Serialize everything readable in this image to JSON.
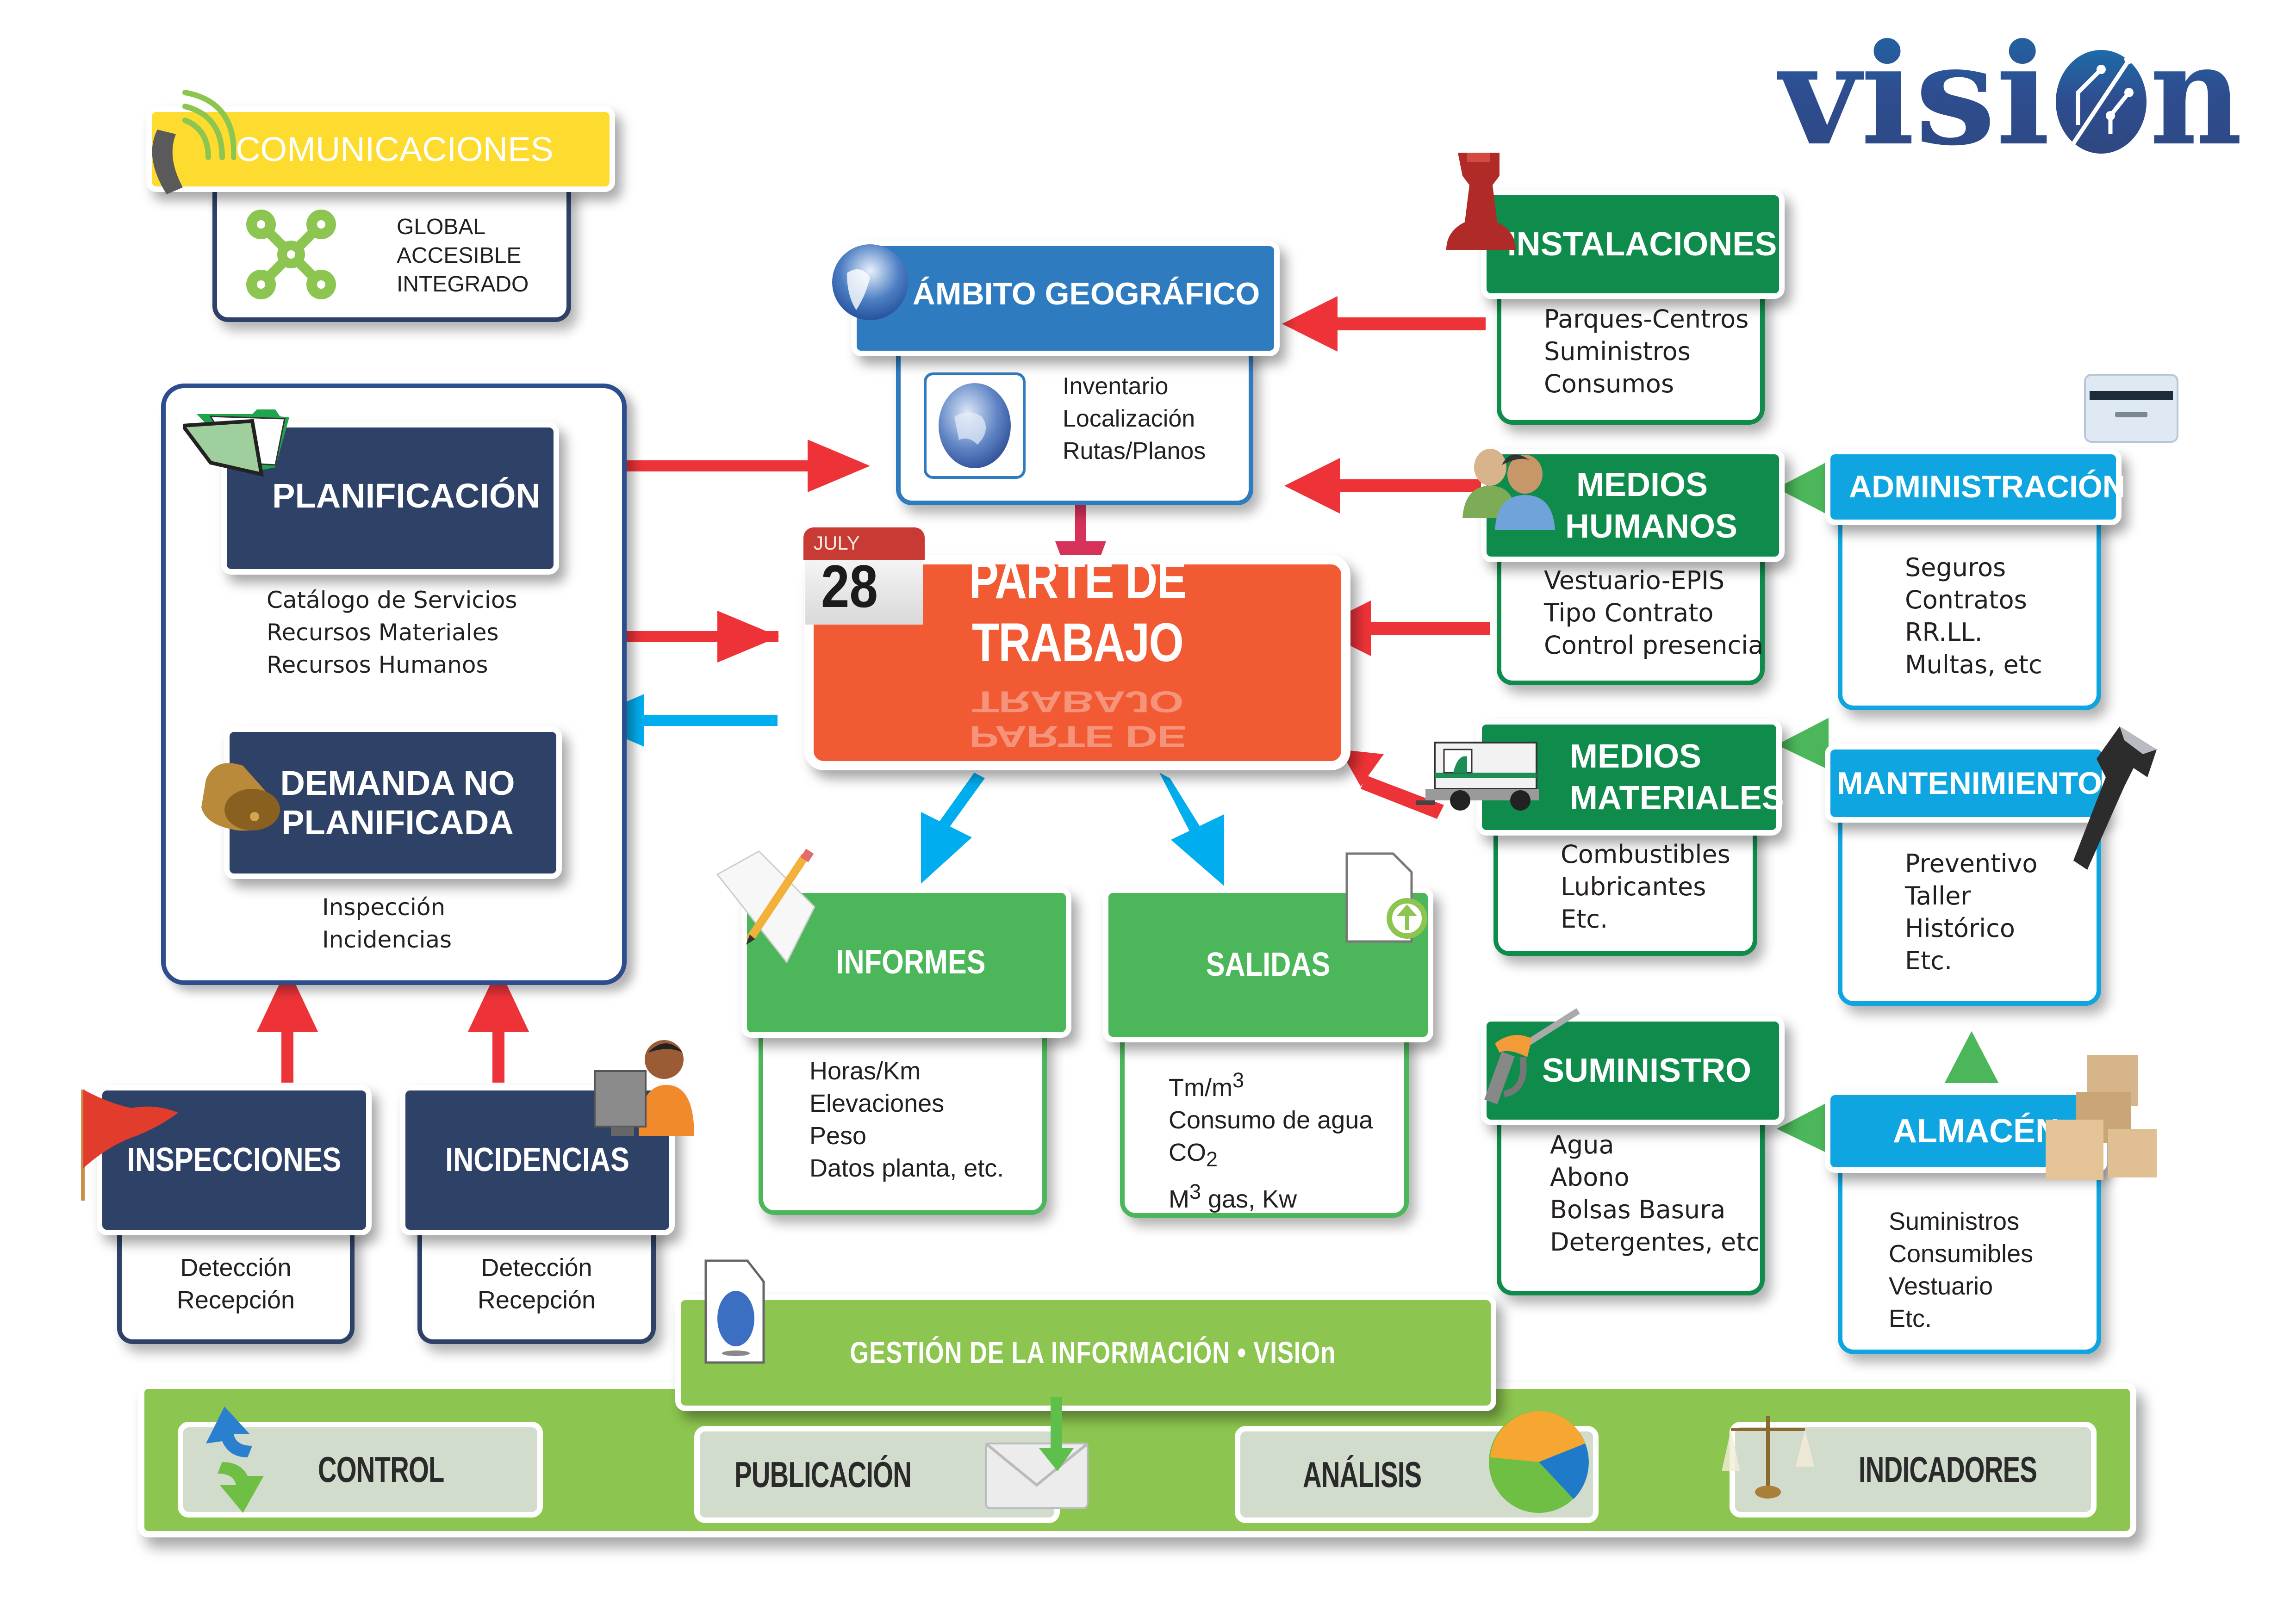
{
  "brand": {
    "logo_text": "visiOn",
    "logo_color": "#2e4d8f"
  },
  "colors": {
    "navy": "#2e4167",
    "dark_green": "#0f8b4b",
    "light_green": "#4cb75a",
    "cyan": "#0ea5e0",
    "blue": "#2f7bbf",
    "yellow": "#fddc2f",
    "orange": "#f15a32",
    "arrow_red": "#ee3338",
    "arrow_blue": "#00aeef",
    "arrow_magenta": "#d6325a",
    "bar_green": "#8cc54f"
  },
  "comunicaciones": {
    "title": "COMUNICACIONES",
    "icon": "phone-signal-icon",
    "items": [
      "GLOBAL",
      "ACCESIBLE",
      "INTEGRADO"
    ],
    "items_icon": "network-nodes-icon"
  },
  "planificacion": {
    "title": "PLANIFICACIÓN",
    "icon": "folder-icon",
    "items": [
      "Catálogo de Servicios",
      "Recursos Materiales",
      "Recursos Humanos"
    ]
  },
  "demanda": {
    "title_line1": "DEMANDA NO",
    "title_line2": "PLANIFICADA",
    "icon": "bell-icon",
    "items": [
      "Inspección",
      "Incidencias"
    ]
  },
  "ambito": {
    "title": "ÁMBITO GEOGRÁFICO",
    "icon": "globe-icon",
    "items": [
      "Inventario",
      "Localización",
      "Rutas/Planos"
    ]
  },
  "parte": {
    "title": "PARTE DE TRABAJO",
    "calendar_month": "JULY",
    "calendar_day": "28"
  },
  "instalaciones": {
    "title": "INSTALACIONES",
    "icon": "chess-rook-icon",
    "items": [
      "Parques-Centros",
      "Suministros",
      "Consumos"
    ]
  },
  "medios_humanos": {
    "title_line1": "MEDIOS",
    "title_line2": "HUMANOS",
    "icon": "people-icon",
    "items": [
      "Vestuario-EPIS",
      "Tipo Contrato",
      "Control presencia"
    ]
  },
  "medios_materiales": {
    "title_line1": "MEDIOS",
    "title_line2": "MATERIALES",
    "icon": "street-sweeper-icon",
    "items": [
      "Combustibles",
      "Lubricantes",
      "Etc."
    ]
  },
  "suministro": {
    "title": "SUMINISTRO",
    "icon": "fuel-nozzle-icon",
    "items": [
      "Agua",
      "Abono",
      "Bolsas Basura",
      "Detergentes, etc"
    ]
  },
  "administracion": {
    "title": "ADMINISTRACIÓN",
    "icon": "printer-icon",
    "items": [
      "Seguros",
      "Contratos",
      "RR.LL.",
      "Multas, etc"
    ]
  },
  "mantenimiento": {
    "title": "MANTENIMIENTO",
    "icon": "wrench-icon",
    "items": [
      "Preventivo",
      "Taller",
      "Histórico",
      "Etc."
    ]
  },
  "almacen": {
    "title": "ALMACÉN",
    "icon": "boxes-icon",
    "items": [
      "Suministros",
      "Consumibles",
      "Vestuario",
      "Etc."
    ]
  },
  "informes": {
    "title": "INFORMES",
    "icon": "paper-pencil-icon",
    "items": [
      "Horas/Km",
      "Elevaciones",
      "Peso",
      "Datos planta, etc."
    ]
  },
  "salidas": {
    "title": "SALIDAS",
    "icon": "document-upload-icon",
    "items": [
      {
        "base": "Tm/m",
        "sup": "3",
        "sub": "",
        "rest": ""
      },
      {
        "base": "Consumo de agua",
        "sup": "",
        "sub": "",
        "rest": ""
      },
      {
        "base": "CO",
        "sup": "",
        "sub": "2",
        "rest": ""
      },
      {
        "base": "M",
        "sup": "3",
        "sub": "",
        "rest": " gas, Kw"
      }
    ]
  },
  "inspecciones": {
    "title": "INSPECCIONES",
    "icon": "flag-icon",
    "items": [
      "Detección",
      "Recepción"
    ]
  },
  "incidencias": {
    "title": "INCIDENCIAS",
    "icon": "user-computer-icon",
    "items": [
      "Detección",
      "Recepción"
    ]
  },
  "gestion": {
    "title": "GESTIÓN DE LA INFORMACIÓN • VISIOn",
    "icon": "globe-document-icon"
  },
  "bottom": {
    "control": {
      "label": "CONTROL",
      "icon": "sync-arrows-icon"
    },
    "publicacion": {
      "label": "PUBLICACIÓN",
      "icon": "envelope-download-icon"
    },
    "analisis": {
      "label": "ANÁLISIS",
      "icon": "pie-chart-icon"
    },
    "indicadores": {
      "label": "INDICADORES",
      "icon": "scales-icon"
    }
  }
}
